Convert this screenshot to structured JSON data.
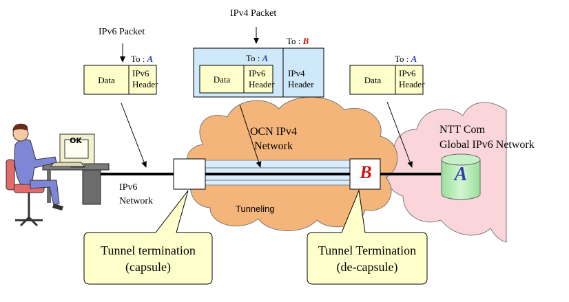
{
  "labels": {
    "ipv6_packet": "IPv6  Packet",
    "ipv4_packet": "IPv4 Packet",
    "ipv6_network": "IPv6\nNetwork",
    "ocn_network": "OCN IPv4\nNetwork",
    "tunneling": "Tunneling",
    "ntt_network": "NTT Com\nGlobal IPv6 Network",
    "tunnel_capsule": "Tunnel termination\n(capsule)",
    "tunnel_decapsule": "Tunnel Termination\n(de-capsule)"
  },
  "packets": {
    "left": {
      "to_prefix": "To : ",
      "to_dest": "A",
      "data": "Data",
      "header": "IPv6\nHeader"
    },
    "middle": {
      "outer_to_prefix": "To : ",
      "outer_to_dest": "B",
      "to_prefix": "To : ",
      "to_dest": "A",
      "data": "Data",
      "inner_header": "IPv6\nHeader",
      "outer_header": "IPv4\nHeader"
    },
    "right": {
      "to_prefix": "To : ",
      "to_dest": "A",
      "data": "Data",
      "header": "IPv6\nHeader"
    }
  },
  "nodes": {
    "router_b": "B",
    "server_a": "A",
    "screen_text": "OK"
  },
  "colors": {
    "packet_fill": "#ffffcc",
    "ipv4_packet_fill": "#cfe8fa",
    "ocn_cloud": "#f4b57a",
    "ntt_cloud": "#fad6da",
    "callout_fill": "#ffffcc",
    "server_fill": "#b4e9b4",
    "router_label": "#cc1111",
    "dest_label": "#2a3fa8"
  }
}
